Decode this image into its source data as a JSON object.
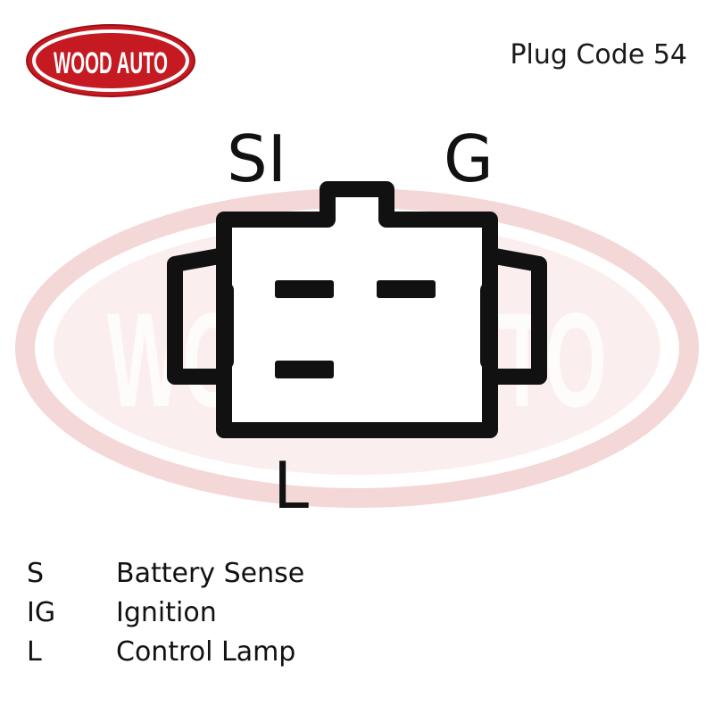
{
  "logo": {
    "text": "WOOD AUTO",
    "colors": {
      "red": "#d21f26",
      "white": "#ffffff",
      "border": "#b8141b"
    }
  },
  "watermark": {
    "text": "WOOD AUTO",
    "color": "#f2c9c9"
  },
  "plug_code": "Plug Code 54",
  "connector": {
    "pins": {
      "si": "SI",
      "g": "G",
      "l": "L"
    },
    "stroke_color": "#111111",
    "fill_color": "#ffffff"
  },
  "legend": [
    {
      "code": "S",
      "description": "Battery Sense"
    },
    {
      "code": "IG",
      "description": "Ignition"
    },
    {
      "code": "L",
      "description": "Control Lamp"
    }
  ]
}
